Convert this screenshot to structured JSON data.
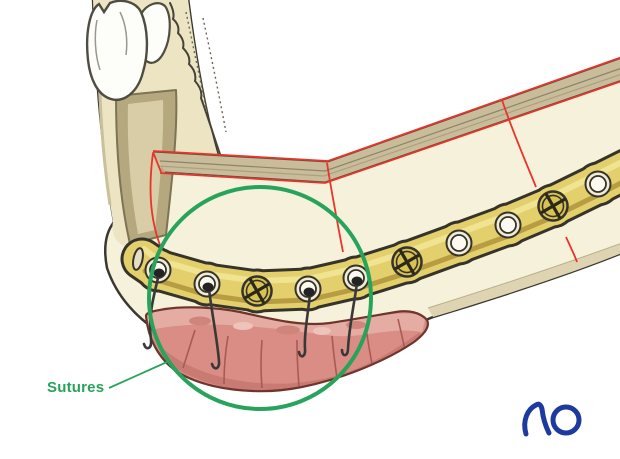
{
  "figure": {
    "description": "Surgical illustration of a mandibular reconstruction plate fixed along the lower border of the jaw, with sutures through the plate holes reattaching the soft-tissue (muscle) flap at the chin; red lines mark osteotomy segment junctions; a green circle highlights the suture area.",
    "annotation_label": "Sutures",
    "logo_text": "AO"
  },
  "colors": {
    "background": "#ffffff",
    "annotation_green": "#28a35c",
    "fracture_red": "#e8342b",
    "bone_cream": "#f6f1da",
    "bone_ramus": "#ece4c2",
    "bone_outline": "#3a3830",
    "ridge_tan": "#c9bc9a",
    "channel_dark": "#b5a87e",
    "channel_light": "#d8cda6",
    "shadow_tan": "#ded4b2",
    "plate_gold": "#e3cf6b",
    "plate_gold_light": "#f0e493",
    "plate_gold_dark": "#b3963d",
    "plate_outline": "#35332a",
    "screw_gold": "#d9c254",
    "hole_ring": "#f1ecd8",
    "hole_white": "#fcfaf0",
    "muscle_pink": "#d98d85",
    "muscle_pink_light": "#e4aca2",
    "muscle_pink_deep": "#c97b73",
    "muscle_stria": "#aa5a52",
    "muscle_outline": "#6e352c",
    "suture_thread": "#383838",
    "suture_knot": "#232323",
    "tooth_white": "#fdfdfa",
    "tooth_outline": "#4f4d42",
    "logo_blue": "#1d3a9e"
  }
}
